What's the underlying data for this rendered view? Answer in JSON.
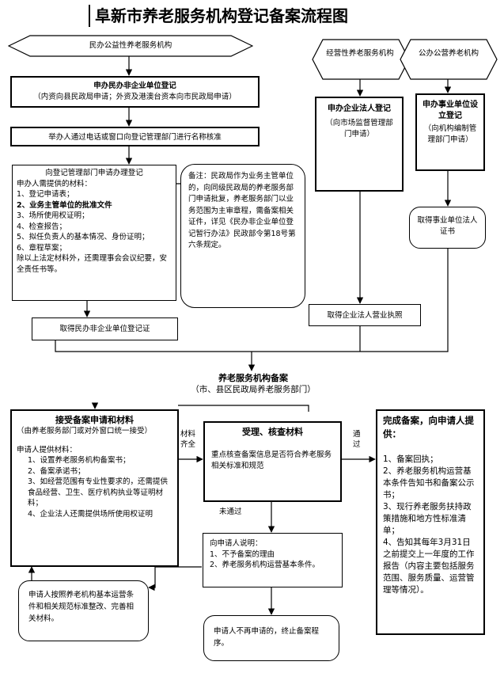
{
  "title": "阜新市养老服务机构登记备案流程图",
  "minban": {
    "hex_label": "民办公益性养老服务机构",
    "apply_title": "申办民办非企业单位登记",
    "apply_sub": "（内资向县民政局申请；外资及港澳台资本向市民政局申请）",
    "name_check": "举办人通过电话或窗口向登记管理部门进行名称核准",
    "reg_title": "向登记管理部门申请办理登记",
    "reg_intro": "申办人需提供的材料：",
    "reg_items": [
      "1、登记申请表；",
      "2、业务主管单位的批准文件",
      "3、场所使用权证明；",
      "4、检查报告；",
      "5、拟任负责人的基本情况、身份证明；",
      "6、章程草案；",
      "除以上法定材料外，还需理事会会议纪要，安全责任书等。"
    ],
    "note": "备注：民政局作为业务主管单位的，向同级民政局的养老服务部门申请批复，养老服务部门以业务范围为主审章程，需备案相关证件，详见《民办非企业单位登记暂行办法》民政部令第18号第六条规定。",
    "certificate": "取得民办非企业单位登记证"
  },
  "jingying": {
    "hex_label": "经营性养老服务机构",
    "apply_title": "申办企业法人登记",
    "apply_sub": "（向市场监督管理部门申请）",
    "license": "取得企业法人营业执照"
  },
  "gongban": {
    "hex_label": "公办公营养老机构",
    "apply_title": "申办事业单位设立登记",
    "apply_sub": "（向机构编制管理部门申请）",
    "certificate": "取得事业单位法人证书"
  },
  "filing": {
    "title": "养老服务机构备案",
    "sub": "（市、县区民政局养老服务部门）"
  },
  "accept": {
    "title": "接受备案申请和材料",
    "sub": "（由养老服务部门或对外窗口统一接受）",
    "intro": "申请人提供材料：",
    "items": [
      "1、设置养老服务机构备案书；",
      "2、备案承诺书；",
      "3、如经营范围有专业性要求的，还需提供食品经营、卫生、医疗机构执业等证明材料；",
      "4、企业法人还需提供场所使用权证明"
    ]
  },
  "materials_label": "材料齐全",
  "review": {
    "title": "受理、核查材料",
    "body": "重点核查备案信息是否符合养老服务相关标准和规范"
  },
  "pass_label": "通过",
  "fail_label": "未通过",
  "explain": {
    "title": "向申请人说明：",
    "items": [
      "1、不予备案的理由",
      "2、养老服务机构运营基本条件。"
    ]
  },
  "resubmit": "申请人按照养老机构基本运营条件和相关规范标准整改、完善相关材料。",
  "terminate": "申请人不再申请的，终止备案程序。",
  "complete": {
    "title": "完成备案，向申请人提供：",
    "items": [
      "1、备案回执；",
      "2、养老服务机构运营基本条件告知书和备案公示书；",
      "3、现行养老服务扶持政策措施和地方性标准清单；",
      "4、告知其每年3月31日之前提交上一年度的工作报告（内容主要包括服务范围、服务质量、运营管理等情况）。"
    ]
  }
}
